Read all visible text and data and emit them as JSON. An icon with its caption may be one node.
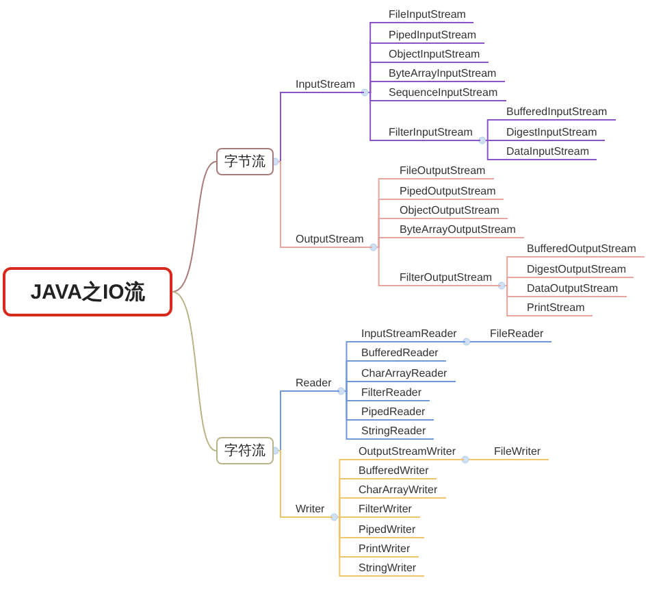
{
  "diagram": {
    "nodes": [
      {
        "text": [
          "JAVA之IO流"
        ]
      },
      {
        "text": [
          "字节流"
        ]
      },
      {
        "text": [
          "InputStream"
        ]
      },
      {
        "text": [
          "FileInputStream"
        ]
      },
      {
        "text": [
          "PipedInputStream"
        ]
      },
      {
        "text": [
          "ObjectInputStream"
        ]
      },
      {
        "text": [
          "ByteArrayInputStream"
        ]
      },
      {
        "text": [
          "SequenceInputStream"
        ]
      },
      {
        "text": [
          "FilterInputStream"
        ]
      },
      {
        "text": [
          "BufferedInputStream"
        ]
      },
      {
        "text": [
          "DigestInputStream"
        ]
      },
      {
        "text": [
          "DataInputStream"
        ]
      },
      {
        "text": [
          "OutputStream"
        ]
      },
      {
        "text": [
          "FileOutputStream"
        ]
      },
      {
        "text": [
          "PipedOutputStream"
        ]
      },
      {
        "text": [
          "ObjectOutputStream"
        ]
      },
      {
        "text": [
          "ByteArrayOutputStream"
        ]
      },
      {
        "text": [
          "FilterOutputStream"
        ]
      },
      {
        "text": [
          "BufferedOutputStream"
        ]
      },
      {
        "text": [
          "DigestOutputStream"
        ]
      },
      {
        "text": [
          "DataOutputStream"
        ]
      },
      {
        "text": [
          "PrintStream"
        ]
      },
      {
        "text": [
          "字符流"
        ]
      },
      {
        "text": [
          "Reader"
        ]
      },
      {
        "text": [
          "InputStreamReader"
        ]
      },
      {
        "text": [
          "FileReader"
        ]
      },
      {
        "text": [
          "BufferedReader"
        ]
      },
      {
        "text": [
          "CharArrayReader"
        ]
      },
      {
        "text": [
          "FilterReader"
        ]
      },
      {
        "text": [
          "PipedReader"
        ]
      },
      {
        "text": [
          "StringReader"
        ]
      },
      {
        "text": [
          "Writer"
        ]
      },
      {
        "text": [
          "OutputStreamWriter"
        ]
      },
      {
        "text": [
          "FileWriter"
        ]
      },
      {
        "text": [
          "BufferedWriter"
        ]
      },
      {
        "text": [
          "CharArrayWriter"
        ]
      },
      {
        "text": [
          "FilterWriter"
        ]
      },
      {
        "text": [
          "PipedWriter"
        ]
      },
      {
        "text": [
          "PrintWriter"
        ]
      },
      {
        "text": [
          "StringWriter"
        ]
      }
    ],
    "edges": [
      {
        "from": 0,
        "to": 1,
        "arrow": "none",
        "color": "#a87a78"
      },
      {
        "from": 1,
        "to": 2,
        "arrow": "none",
        "color": "#8a52c8"
      },
      {
        "from": 2,
        "to": 3,
        "arrow": "none",
        "color": "#8a52c8"
      },
      {
        "from": 2,
        "to": 4,
        "arrow": "none",
        "color": "#8a52c8"
      },
      {
        "from": 2,
        "to": 5,
        "arrow": "none",
        "color": "#8a52c8"
      },
      {
        "from": 2,
        "to": 6,
        "arrow": "none",
        "color": "#8a52c8"
      },
      {
        "from": 2,
        "to": 7,
        "arrow": "none",
        "color": "#8a52c8"
      },
      {
        "from": 2,
        "to": 8,
        "arrow": "none",
        "color": "#8a52c8"
      },
      {
        "from": 8,
        "to": 9,
        "arrow": "none",
        "color": "#8a52c8"
      },
      {
        "from": 8,
        "to": 10,
        "arrow": "none",
        "color": "#8a52c8"
      },
      {
        "from": 8,
        "to": 11,
        "arrow": "none",
        "color": "#8a52c8"
      },
      {
        "from": 1,
        "to": 12,
        "arrow": "none",
        "color": "#e8a4a0"
      },
      {
        "from": 12,
        "to": 13,
        "arrow": "none",
        "color": "#e8a4a0"
      },
      {
        "from": 12,
        "to": 14,
        "arrow": "none",
        "color": "#e8a4a0"
      },
      {
        "from": 12,
        "to": 15,
        "arrow": "none",
        "color": "#e8a4a0"
      },
      {
        "from": 12,
        "to": 16,
        "arrow": "none",
        "color": "#e8a4a0"
      },
      {
        "from": 12,
        "to": 17,
        "arrow": "none",
        "color": "#e8a4a0"
      },
      {
        "from": 17,
        "to": 18,
        "arrow": "none",
        "color": "#e8a4a0"
      },
      {
        "from": 17,
        "to": 19,
        "arrow": "none",
        "color": "#e8a4a0"
      },
      {
        "from": 17,
        "to": 20,
        "arrow": "none",
        "color": "#e8a4a0"
      },
      {
        "from": 17,
        "to": 21,
        "arrow": "none",
        "color": "#e8a4a0"
      },
      {
        "from": 0,
        "to": 22,
        "arrow": "none",
        "color": "#b8b488"
      },
      {
        "from": 22,
        "to": 23,
        "arrow": "none",
        "color": "#7096dc"
      },
      {
        "from": 23,
        "to": 24,
        "arrow": "none",
        "color": "#7096dc"
      },
      {
        "from": 24,
        "to": 25,
        "arrow": "none",
        "color": "#7096dc"
      },
      {
        "from": 23,
        "to": 26,
        "arrow": "none",
        "color": "#7096dc"
      },
      {
        "from": 23,
        "to": 27,
        "arrow": "none",
        "color": "#7096dc"
      },
      {
        "from": 23,
        "to": 28,
        "arrow": "none",
        "color": "#7096dc"
      },
      {
        "from": 23,
        "to": 29,
        "arrow": "none",
        "color": "#7096dc"
      },
      {
        "from": 23,
        "to": 30,
        "arrow": "none",
        "color": "#7096dc"
      },
      {
        "from": 22,
        "to": 31,
        "arrow": "none",
        "color": "#f0c468"
      },
      {
        "from": 31,
        "to": 32,
        "arrow": "none",
        "color": "#f0c468"
      },
      {
        "from": 32,
        "to": 33,
        "arrow": "none",
        "color": "#f0c468"
      },
      {
        "from": 31,
        "to": 34,
        "arrow": "none",
        "color": "#f0c468"
      },
      {
        "from": 31,
        "to": 35,
        "arrow": "none",
        "color": "#f0c468"
      },
      {
        "from": 31,
        "to": 36,
        "arrow": "none",
        "color": "#f0c468"
      },
      {
        "from": 31,
        "to": 37,
        "arrow": "none",
        "color": "#f0c468"
      },
      {
        "from": 31,
        "to": 38,
        "arrow": "none",
        "color": "#f0c468"
      },
      {
        "from": 31,
        "to": 39,
        "arrow": "none",
        "color": "#f0c468"
      }
    ]
  }
}
